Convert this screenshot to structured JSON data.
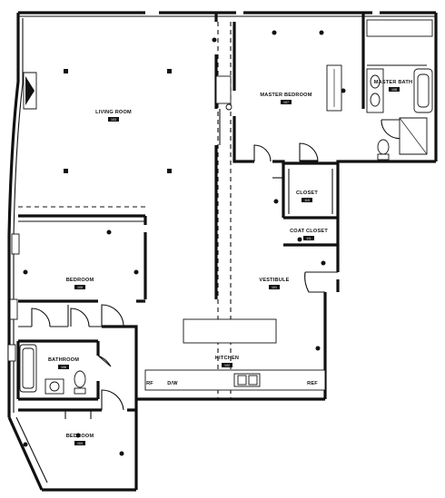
{
  "rooms": [
    {
      "id": "living",
      "label": "LIVING ROOM",
      "number": "103"
    },
    {
      "id": "master-bedroom",
      "label": "MASTER BEDROOM",
      "number": "107"
    },
    {
      "id": "master-bath",
      "label": "MASTER BATH",
      "number": "108"
    },
    {
      "id": "closet",
      "label": "CLOSET",
      "number": "110"
    },
    {
      "id": "coat-closet",
      "label": "COAT CLOSET",
      "number": "111"
    },
    {
      "id": "vestibule",
      "label": "VESTIBULE",
      "number": "101"
    },
    {
      "id": "kitchen",
      "label": "KITCHEN",
      "number": "102"
    },
    {
      "id": "bedroom-1",
      "label": "BEDROOM",
      "number": "105"
    },
    {
      "id": "bathroom",
      "label": "BATHROOM",
      "number": "106"
    },
    {
      "id": "bedroom-2",
      "label": "BEDROOM",
      "number": "104"
    }
  ],
  "appliance_tags": {
    "refrigerator": "RF",
    "dishwasher": "D/W",
    "range": "REF"
  }
}
